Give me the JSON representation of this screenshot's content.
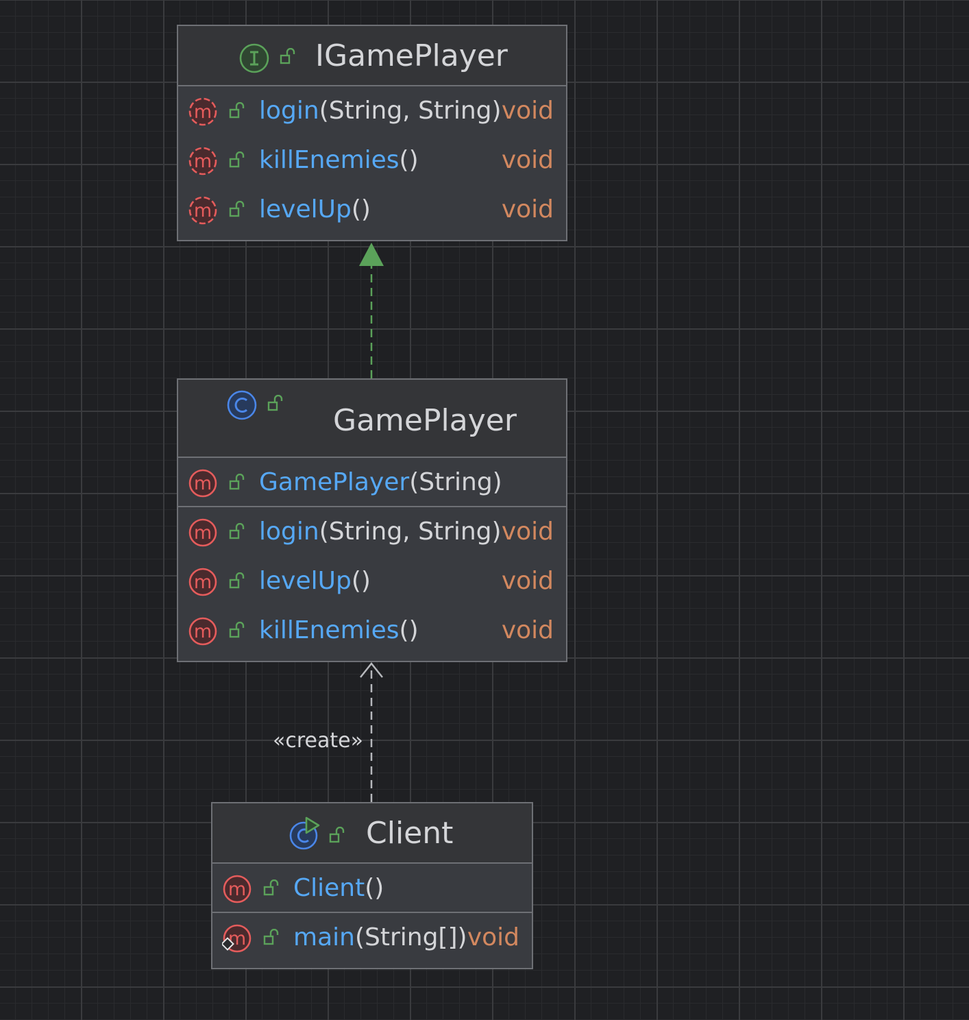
{
  "colors": {
    "background": "#1f2023",
    "box_fill": "#393b40",
    "header_fill": "#343538",
    "border": "#6e7075",
    "method_name": "#56a8f5",
    "return_type": "#d3885f",
    "text": "#d4d5d8",
    "method_icon": "#e55c5c",
    "interface_icon": "#5ba25a",
    "class_icon": "#4a86e8",
    "realization_arrow": "#5ba25a",
    "dependency_arrow": "#b7b9bd"
  },
  "classes": [
    {
      "id": "igameplayer",
      "kind": "interface",
      "kind_icon": "interface-icon",
      "name": "IGamePlayer",
      "constructors": [],
      "methods": [
        {
          "name": "login",
          "params": "(String, String)",
          "returns": "void",
          "icon": "abstract-method-icon"
        },
        {
          "name": "killEnemies",
          "params": "()",
          "returns": "void",
          "icon": "abstract-method-icon"
        },
        {
          "name": "levelUp",
          "params": "()",
          "returns": "void",
          "icon": "abstract-method-icon"
        }
      ]
    },
    {
      "id": "gameplayer",
      "kind": "class",
      "kind_icon": "class-icon",
      "name": "GamePlayer",
      "constructors": [
        {
          "name": "GamePlayer",
          "params": "(String)",
          "returns": "",
          "icon": "method-icon"
        }
      ],
      "methods": [
        {
          "name": "login",
          "params": "(String, String)",
          "returns": "void",
          "icon": "method-icon"
        },
        {
          "name": "levelUp",
          "params": "()",
          "returns": "void",
          "icon": "method-icon"
        },
        {
          "name": "killEnemies",
          "params": "()",
          "returns": "void",
          "icon": "method-icon"
        }
      ]
    },
    {
      "id": "client",
      "kind": "runnable-class",
      "kind_icon": "runnable-class-icon",
      "name": "Client",
      "constructors": [
        {
          "name": "Client",
          "params": "()",
          "returns": "",
          "icon": "method-icon"
        }
      ],
      "methods": [
        {
          "name": "main",
          "params": "(String[])",
          "returns": "void",
          "icon": "static-method-icon"
        }
      ]
    }
  ],
  "relations": [
    {
      "from": "gameplayer",
      "to": "igameplayer",
      "type": "realization",
      "label": ""
    },
    {
      "from": "client",
      "to": "gameplayer",
      "type": "dependency",
      "label": "«create»"
    }
  ]
}
